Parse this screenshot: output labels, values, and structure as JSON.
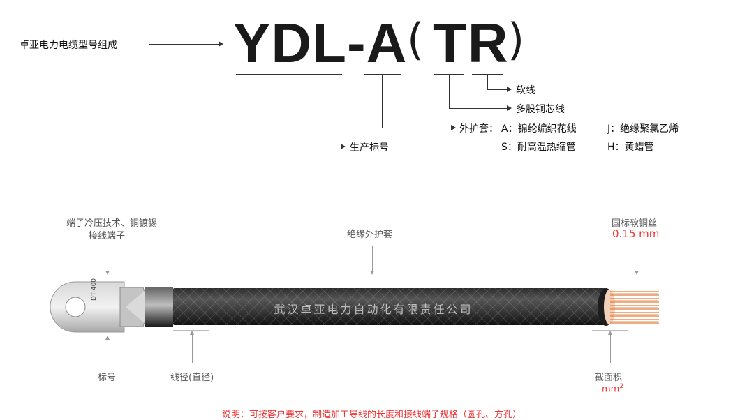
{
  "header": {
    "label": "卓亚电力电缆型号组成",
    "model_main": "YDL-A",
    "paren_open": "(",
    "model_sub": "TR",
    "paren_close": ")"
  },
  "breakdown": {
    "soft_wire": "软线",
    "multi_strand": "多股铜芯线",
    "jacket_label": "外护套：",
    "jacket_options": [
      "A：锦纶编织花线",
      "J：绝缘聚氯乙烯",
      "S：耐高温热缩管",
      "H：黄蜡管"
    ],
    "production_mark": "生产标号"
  },
  "diagram": {
    "terminal_label_1": "端子冷压技术、铜镀锡",
    "terminal_label_2": "接线端子",
    "jacket_label": "绝缘外护套",
    "copper_label": "国标软铜丝",
    "copper_spec": "0.15 mm",
    "lug_stamp": "DT-400",
    "company_print": "武汉卓亚电力自动化有限责任公司",
    "mark_label": "标号",
    "diameter_label": "线径(直径)",
    "section_label": "截面积",
    "section_unit": "mm",
    "section_power": "2"
  },
  "note": "说明：可按客户要求，制造加工导线的长度和接线端子规格（圆孔、方孔）",
  "colors": {
    "text_dark": "#111111",
    "text_gray": "#555555",
    "accent_red": "#e33333",
    "copper": "#e07a3a"
  }
}
